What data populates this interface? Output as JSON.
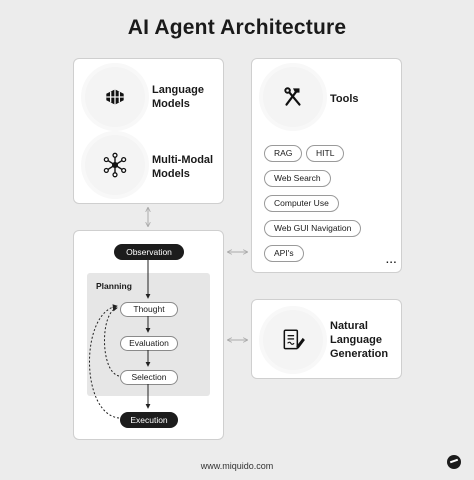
{
  "title": "AI Agent Architecture",
  "models_card": {
    "items": [
      {
        "label": "Language\nModels",
        "icon": "brain-icon"
      },
      {
        "label": "Multi-Modal\nModels",
        "icon": "network-icon"
      }
    ]
  },
  "tools_card": {
    "label": "Tools",
    "icon": "tools-icon",
    "pills": [
      "RAG",
      "HITL",
      "Web Search",
      "Computer Use",
      "Web GUI Navigation",
      "API's"
    ],
    "more": "..."
  },
  "workflow": {
    "observation": "Observation",
    "planning_label": "Planning",
    "thought": "Thought",
    "evaluation": "Evaluation",
    "selection": "Selection",
    "execution": "Execution"
  },
  "nlg_card": {
    "label": "Natural\nLanguage\nGeneration",
    "icon": "document-pen-icon"
  },
  "footer": "www.miquido.com",
  "colors": {
    "background": "#ececec",
    "card": "#ffffff",
    "dark": "#1c1c1c",
    "planning": "#e6e6e6"
  }
}
